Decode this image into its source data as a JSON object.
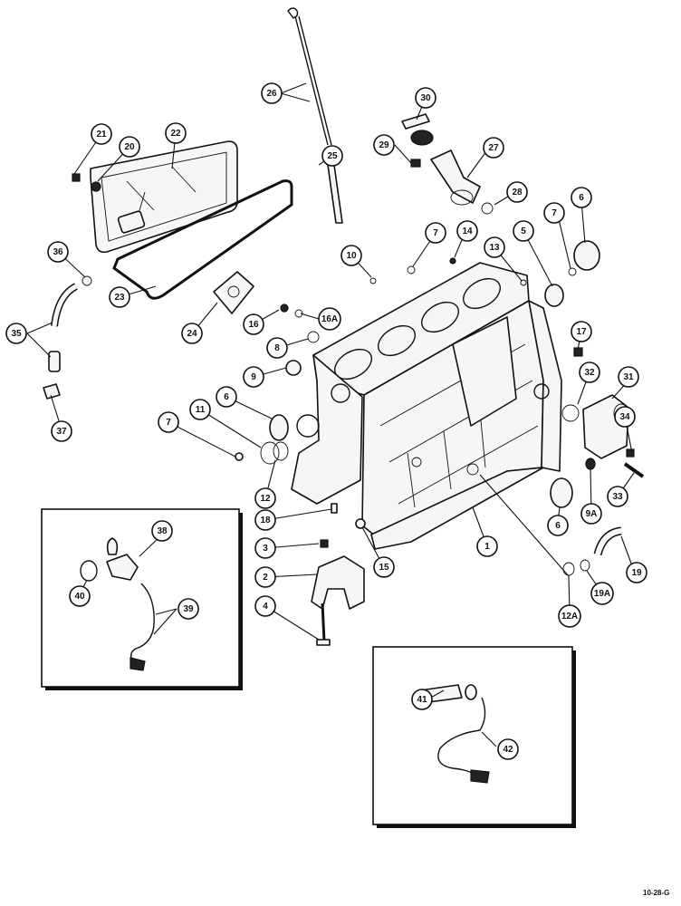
{
  "drawing_ref": "10-28-G",
  "callouts": [
    {
      "id": "c1",
      "label": "1"
    },
    {
      "id": "c2",
      "label": "2"
    },
    {
      "id": "c3",
      "label": "3"
    },
    {
      "id": "c4",
      "label": "4"
    },
    {
      "id": "c5",
      "label": "5"
    },
    {
      "id": "c6a",
      "label": "6"
    },
    {
      "id": "c6b",
      "label": "6"
    },
    {
      "id": "c6c",
      "label": "6"
    },
    {
      "id": "c7a",
      "label": "7"
    },
    {
      "id": "c7b",
      "label": "7"
    },
    {
      "id": "c7c",
      "label": "7"
    },
    {
      "id": "c8",
      "label": "8"
    },
    {
      "id": "c9",
      "label": "9"
    },
    {
      "id": "c9a",
      "label": "9A"
    },
    {
      "id": "c10",
      "label": "10"
    },
    {
      "id": "c11",
      "label": "11"
    },
    {
      "id": "c12",
      "label": "12"
    },
    {
      "id": "c12a",
      "label": "12A"
    },
    {
      "id": "c13",
      "label": "13"
    },
    {
      "id": "c14",
      "label": "14"
    },
    {
      "id": "c15",
      "label": "15"
    },
    {
      "id": "c16",
      "label": "16"
    },
    {
      "id": "c16a",
      "label": "16A"
    },
    {
      "id": "c17",
      "label": "17"
    },
    {
      "id": "c18",
      "label": "18"
    },
    {
      "id": "c19",
      "label": "19"
    },
    {
      "id": "c19a",
      "label": "19A"
    },
    {
      "id": "c20",
      "label": "20"
    },
    {
      "id": "c21",
      "label": "21"
    },
    {
      "id": "c22",
      "label": "22"
    },
    {
      "id": "c23",
      "label": "23"
    },
    {
      "id": "c24",
      "label": "24"
    },
    {
      "id": "c25",
      "label": "25"
    },
    {
      "id": "c26",
      "label": "26"
    },
    {
      "id": "c27",
      "label": "27"
    },
    {
      "id": "c28",
      "label": "28"
    },
    {
      "id": "c29",
      "label": "29"
    },
    {
      "id": "c30",
      "label": "30"
    },
    {
      "id": "c31",
      "label": "31"
    },
    {
      "id": "c32",
      "label": "32"
    },
    {
      "id": "c33",
      "label": "33"
    },
    {
      "id": "c34",
      "label": "34"
    },
    {
      "id": "c35",
      "label": "35"
    },
    {
      "id": "c36",
      "label": "36"
    },
    {
      "id": "c37",
      "label": "37"
    },
    {
      "id": "c38",
      "label": "38"
    },
    {
      "id": "c39",
      "label": "39"
    },
    {
      "id": "c40",
      "label": "40"
    },
    {
      "id": "c41",
      "label": "41"
    },
    {
      "id": "c42",
      "label": "42"
    }
  ]
}
